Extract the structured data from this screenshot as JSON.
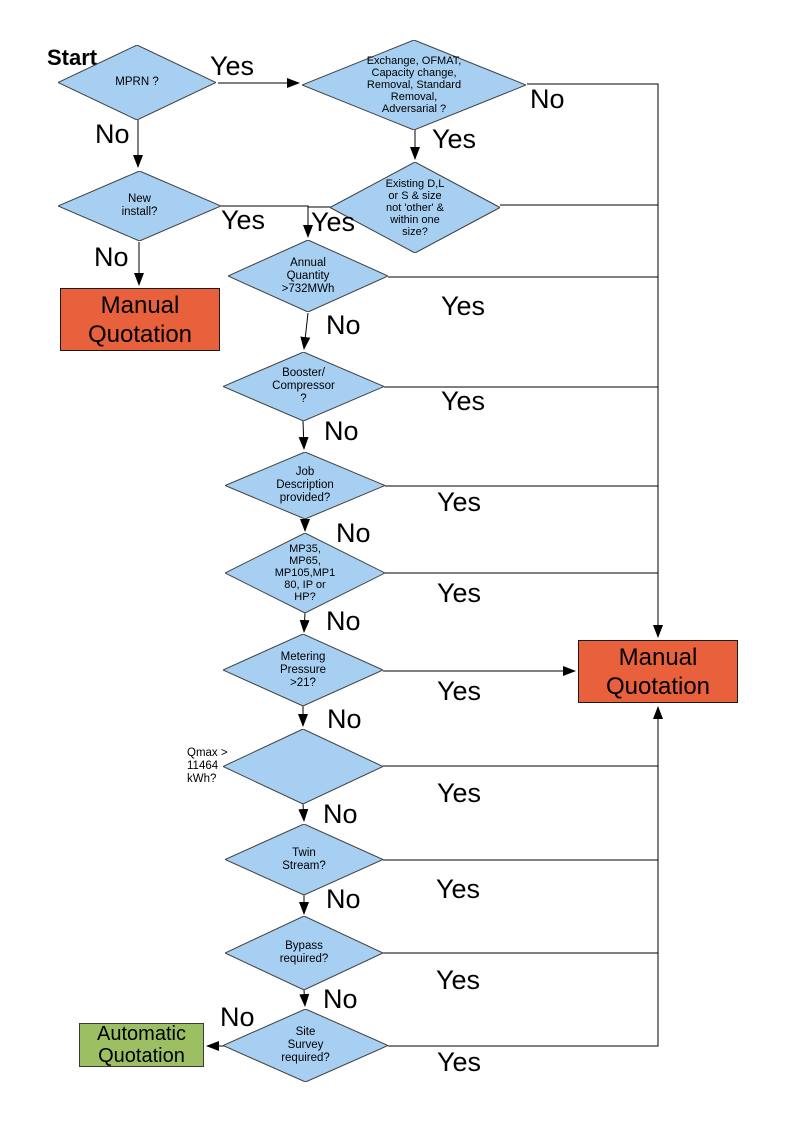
{
  "title_label": "Start",
  "edge_labels": {
    "yes": "Yes",
    "no": "No"
  },
  "nodes": {
    "mprn": {
      "lines": [
        "MPRN ?"
      ]
    },
    "exchange": {
      "lines": [
        "Exchange, OFMAT,",
        "Capacity change,",
        "Removal, Standard",
        "Removal,",
        "Adversarial ?"
      ]
    },
    "new_install": {
      "lines": [
        "New",
        "install?"
      ]
    },
    "existing": {
      "lines": [
        "Existing D,L",
        "or S & size",
        "not 'other' &",
        "within one",
        "size?"
      ]
    },
    "annual_quantity": {
      "lines": [
        "Annual",
        "Quantity",
        ">732MWh"
      ]
    },
    "booster": {
      "lines": [
        "Booster/",
        "Compressor",
        "?"
      ]
    },
    "job_description": {
      "lines": [
        "Job",
        "Description",
        "provided?"
      ]
    },
    "pressure_tier": {
      "lines": [
        "MP35,",
        "MP65,",
        "MP105,MP1",
        "80, IP or",
        "HP?"
      ]
    },
    "metering_pressure": {
      "lines": [
        "Metering",
        "Pressure",
        ">21?"
      ]
    },
    "qmax": {
      "lines": [
        "Qmax >",
        "11464",
        "kWh?"
      ]
    },
    "twin_stream": {
      "lines": [
        "Twin",
        "Stream?"
      ]
    },
    "bypass": {
      "lines": [
        "Bypass",
        "required?"
      ]
    },
    "site_survey": {
      "lines": [
        "Site",
        "Survey",
        "required?"
      ]
    },
    "manual_quotation": {
      "lines": [
        "Manual",
        "Quotation"
      ]
    },
    "automatic_quotation": {
      "lines": [
        "Automatic",
        "Quotation"
      ]
    }
  },
  "colors": {
    "decision_fill": "#A6CFF2",
    "decision_border": "#404040",
    "manual_fill": "#E8603C",
    "auto_fill": "#9CBF63",
    "line": "#000000"
  }
}
